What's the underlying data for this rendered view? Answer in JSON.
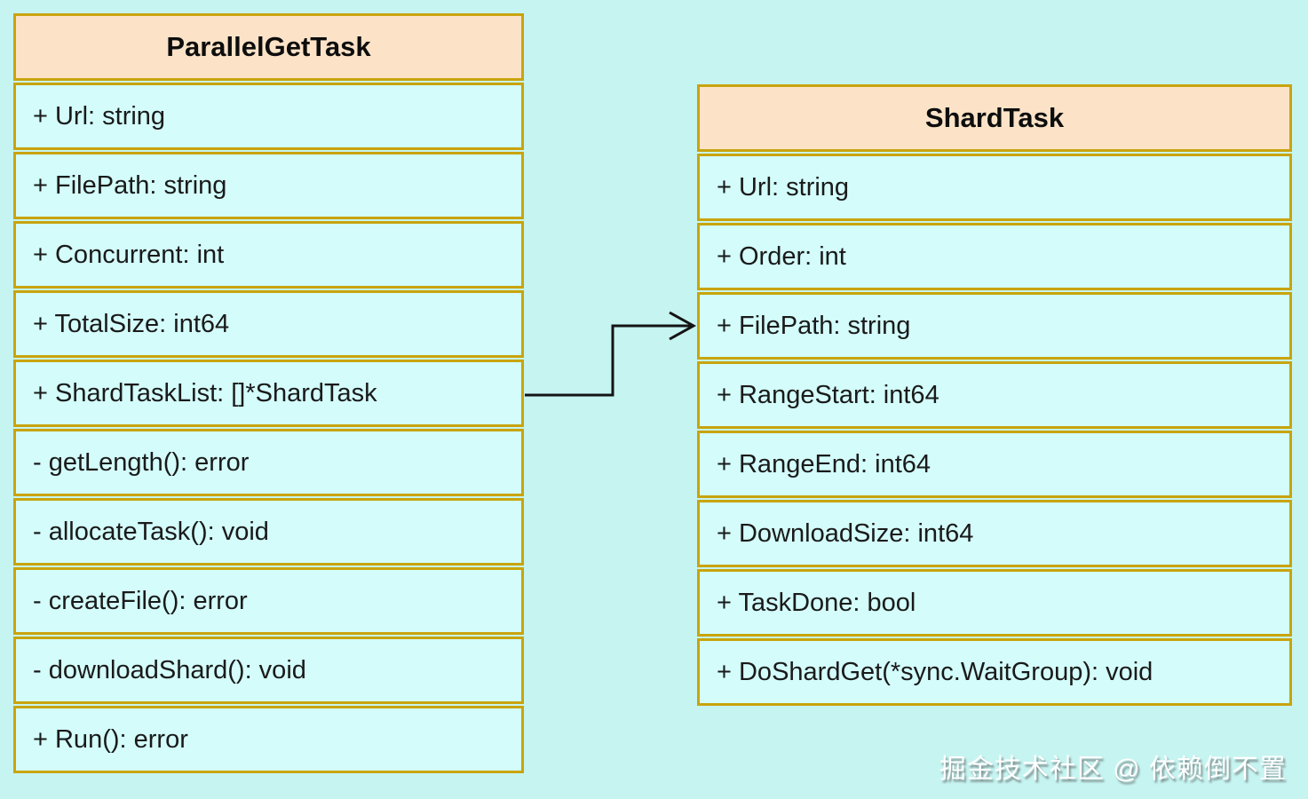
{
  "colors": {
    "page_background": "#c6f4f1",
    "cell_fill": "#d3fcfa",
    "header_fill": "#fce3c8",
    "border": "#c9a40e",
    "arrow": "#141414",
    "member_text": "#1a1a1a",
    "watermark_text": "#ffffff"
  },
  "classes": [
    {
      "name": "ParallelGetTask",
      "members": [
        "+ Url: string",
        "+ FilePath: string",
        "+ Concurrent: int",
        "+ TotalSize: int64",
        "+ ShardTaskList: []*ShardTask",
        "- getLength(): error",
        "- allocateTask(): void",
        "- createFile(): error",
        "- downloadShard(): void",
        "+ Run(): error"
      ]
    },
    {
      "name": "ShardTask",
      "members": [
        "+ Url: string",
        "+ Order: int",
        "+ FilePath: string",
        "+ RangeStart: int64",
        "+ RangeEnd: int64",
        "+ DownloadSize: int64",
        "+ TaskDone: bool",
        "+ DoShardGet(*sync.WaitGroup): void"
      ]
    }
  ],
  "relation": {
    "description": "arrow from ParallelGetTask ShardTaskList row to ShardTask"
  },
  "watermark": "掘金技术社区 @ 依赖倒不置"
}
